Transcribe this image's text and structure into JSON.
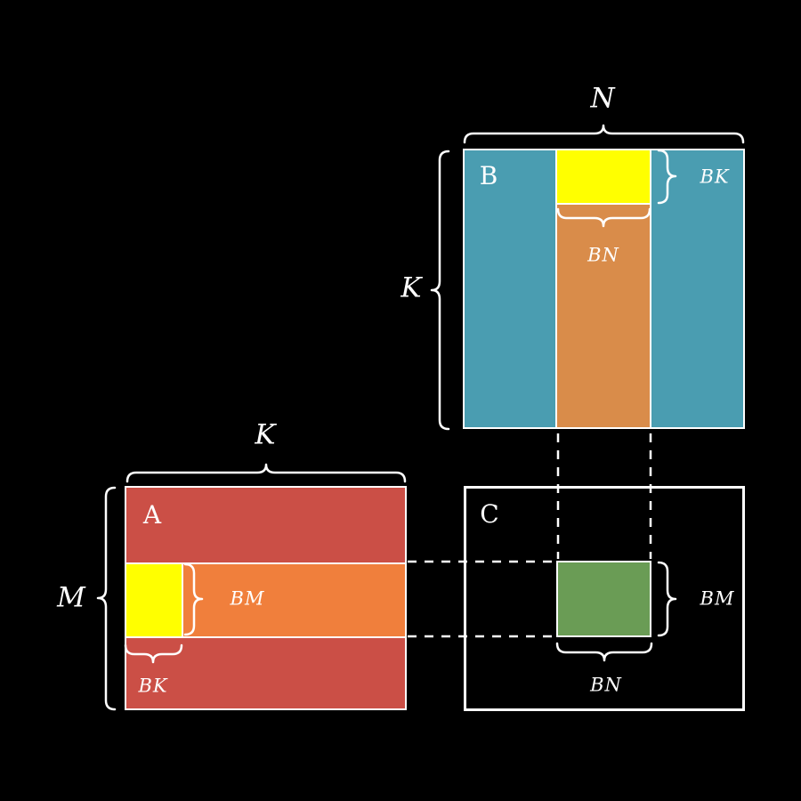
{
  "diagram_kind": "matrix-multiplication-tiling",
  "colors": {
    "background": "#000000",
    "matrix_a_fill": "#cb4f46",
    "matrix_b_fill": "#4a9db1",
    "matrix_c_fill": "#000000",
    "row_tile_orange": "#f07f3c",
    "col_tile_orange": "#d98c4a",
    "cache_block_yellow": "#ffff00",
    "output_tile_green": "#6a9c55",
    "outline": "#ffffff"
  },
  "matrix_a": {
    "label": "A",
    "height_dim": "M",
    "width_dim": "K",
    "tile_height_label": "BM",
    "tile_width_label": "BK"
  },
  "matrix_b": {
    "label": "B",
    "height_dim": "K",
    "width_dim": "N",
    "tile_height_label": "BK",
    "tile_width_label": "BN"
  },
  "matrix_c": {
    "label": "C",
    "tile_height_label": "BM",
    "tile_width_label": "BN"
  }
}
